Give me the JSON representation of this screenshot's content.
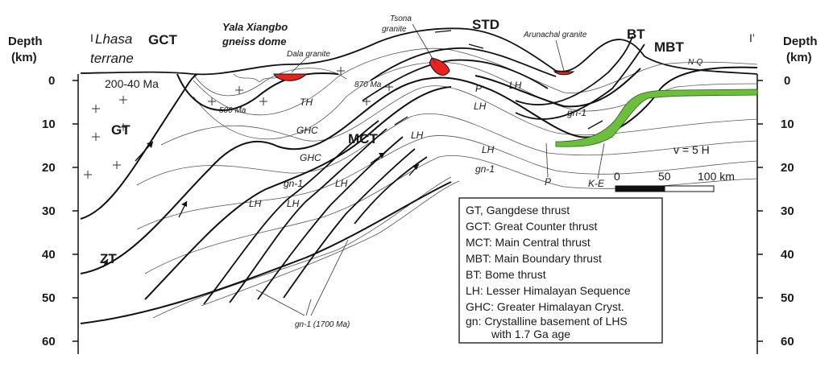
{
  "axis": {
    "title_line1": "Depth",
    "title_line2": "(km)",
    "ticks": [
      "0",
      "10",
      "20",
      "30",
      "40",
      "50",
      "60"
    ]
  },
  "section": {
    "left_marker": "I",
    "right_marker": "I’"
  },
  "labels": {
    "lhasa1": "Lhasa",
    "lhasa2": "terrane",
    "gct": "GCT",
    "yala1": "Yala Xiangbo",
    "yala2": "gneiss dome",
    "dala": "Dala granite",
    "tsona1": "Tsona",
    "tsona2": "granite",
    "std": "STD",
    "arunachal": "Arunachal granite",
    "bt": "BT",
    "mbt": "MBT",
    "nq": "N-Q",
    "age_lhasa": "200-40 Ma",
    "age_500": "500 Ma",
    "age_870": "870 Ma",
    "th": "TH",
    "ghc1": "GHC",
    "ghc2": "GHC",
    "gt": "GT",
    "mct": "MCT",
    "p1": "P",
    "p2": "P",
    "lh1": "LH",
    "lh2": "LH",
    "lh3": "LH",
    "lh4": "LH",
    "lh5": "LH",
    "lh6": "LH",
    "lh7": "LH",
    "gn1a": "gn-1",
    "gn1b": "gn-1",
    "gn1c": "gn-1",
    "gn1_1700": "gn-1 (1700 Ma)",
    "ke": "K-E",
    "zt": "ZT",
    "ve": "v = 5 H"
  },
  "scale": {
    "t0": "0",
    "t50": "50",
    "t100": "100 km"
  },
  "legend": [
    "GT, Gangdese thrust",
    "GCT: Great Counter thrust",
    "MCT: Main Central thrust",
    "MBT: Main Boundary thrust",
    "BT: Bome thrust",
    "LH: Lesser Himalayan Sequence",
    "GHC: Greater Himalayan Cryst.",
    "gn: Crystalline basement of LHS",
    "with 1.7 Ga age"
  ],
  "colors": {
    "granite": "#e8221c",
    "ke_unit": "#6cbf3c",
    "ink": "#111111"
  }
}
